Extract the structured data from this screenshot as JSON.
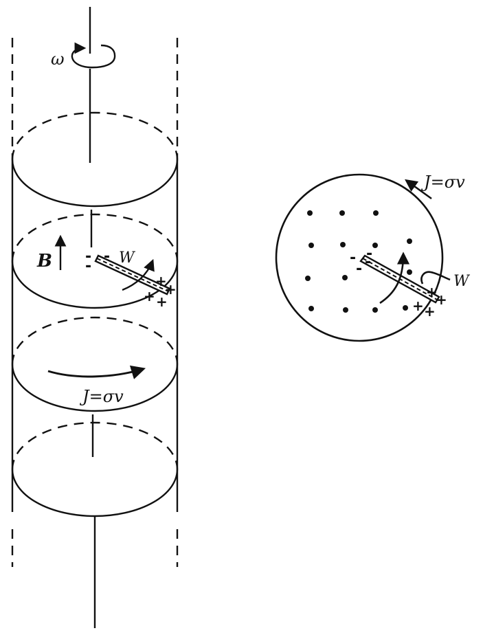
{
  "labels": {
    "omega": "ω",
    "field": "B",
    "current_density": "J=σv",
    "wire": "W"
  },
  "charges": {
    "minus": "-",
    "plus": "+"
  },
  "colors": {
    "ink": "#111111",
    "background": "#ffffff"
  }
}
